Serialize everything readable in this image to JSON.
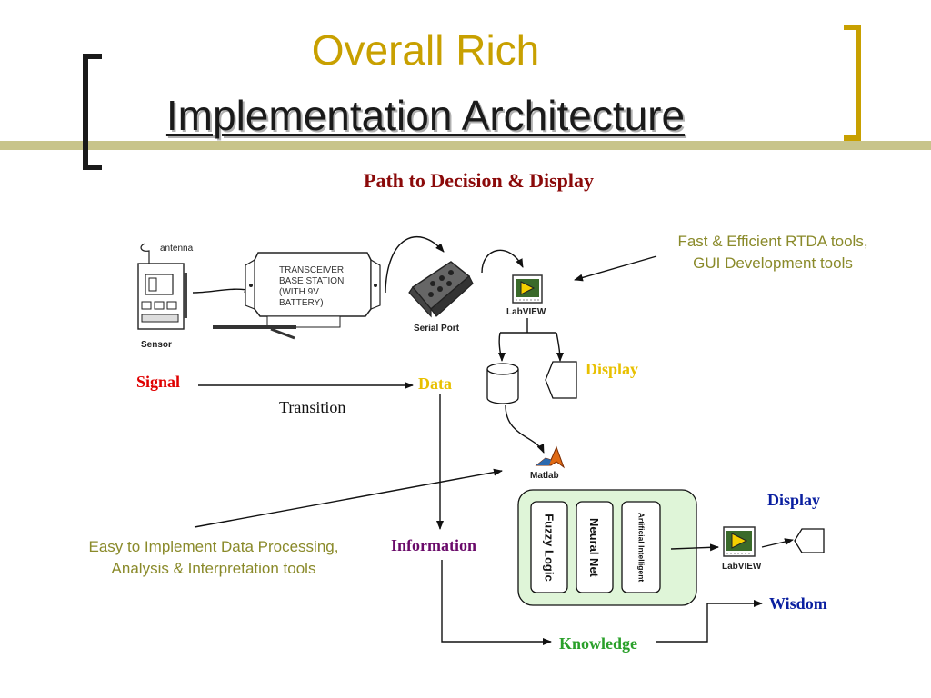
{
  "slide": {
    "title_line1": "Overall Rich",
    "title_line2": "Implementation Architecture",
    "subtitle": "Path to Decision & Display"
  },
  "diagram": {
    "sensor": {
      "antenna_label": "antenna",
      "label": "Sensor"
    },
    "transceiver": {
      "label": "TRANSCEIVER BASE STATION (WITH 9V BATTERY)"
    },
    "serial_port": {
      "label": "Serial Port"
    },
    "labview_top": {
      "label": "LabVIEW"
    },
    "labview_bottom": {
      "label": "LabVIEW"
    },
    "matlab": {
      "label": "Matlab"
    },
    "stages": {
      "signal": "Signal",
      "data": "Data",
      "transition": "Transition",
      "information": "Information",
      "knowledge": "Knowledge",
      "wisdom": "Wisdom"
    },
    "display_top": "Display",
    "display_right": "Display",
    "notes": {
      "rtda_line1": "Fast & Efficient RTDA tools,",
      "rtda_line2": "GUI Development tools",
      "processing_line1": "Easy to Implement Data Processing,",
      "processing_line2": "Analysis & Interpretation tools"
    },
    "ai_blocks": [
      "Fuzzy Logic",
      "Neural Net",
      "Artificial Intelligent"
    ]
  },
  "colors": {
    "title_gold": "#c8a000",
    "subtitle_maroon": "#8b0a0a",
    "signal_red": "#e00000",
    "data_yellow": "#e8c000",
    "display_blue": "#0a1fa0",
    "information_purple": "#6a0a6a",
    "knowledge_green": "#2aa02a",
    "note_olive": "#8a8a2a",
    "ai_box_fill": "#dff5d8"
  }
}
